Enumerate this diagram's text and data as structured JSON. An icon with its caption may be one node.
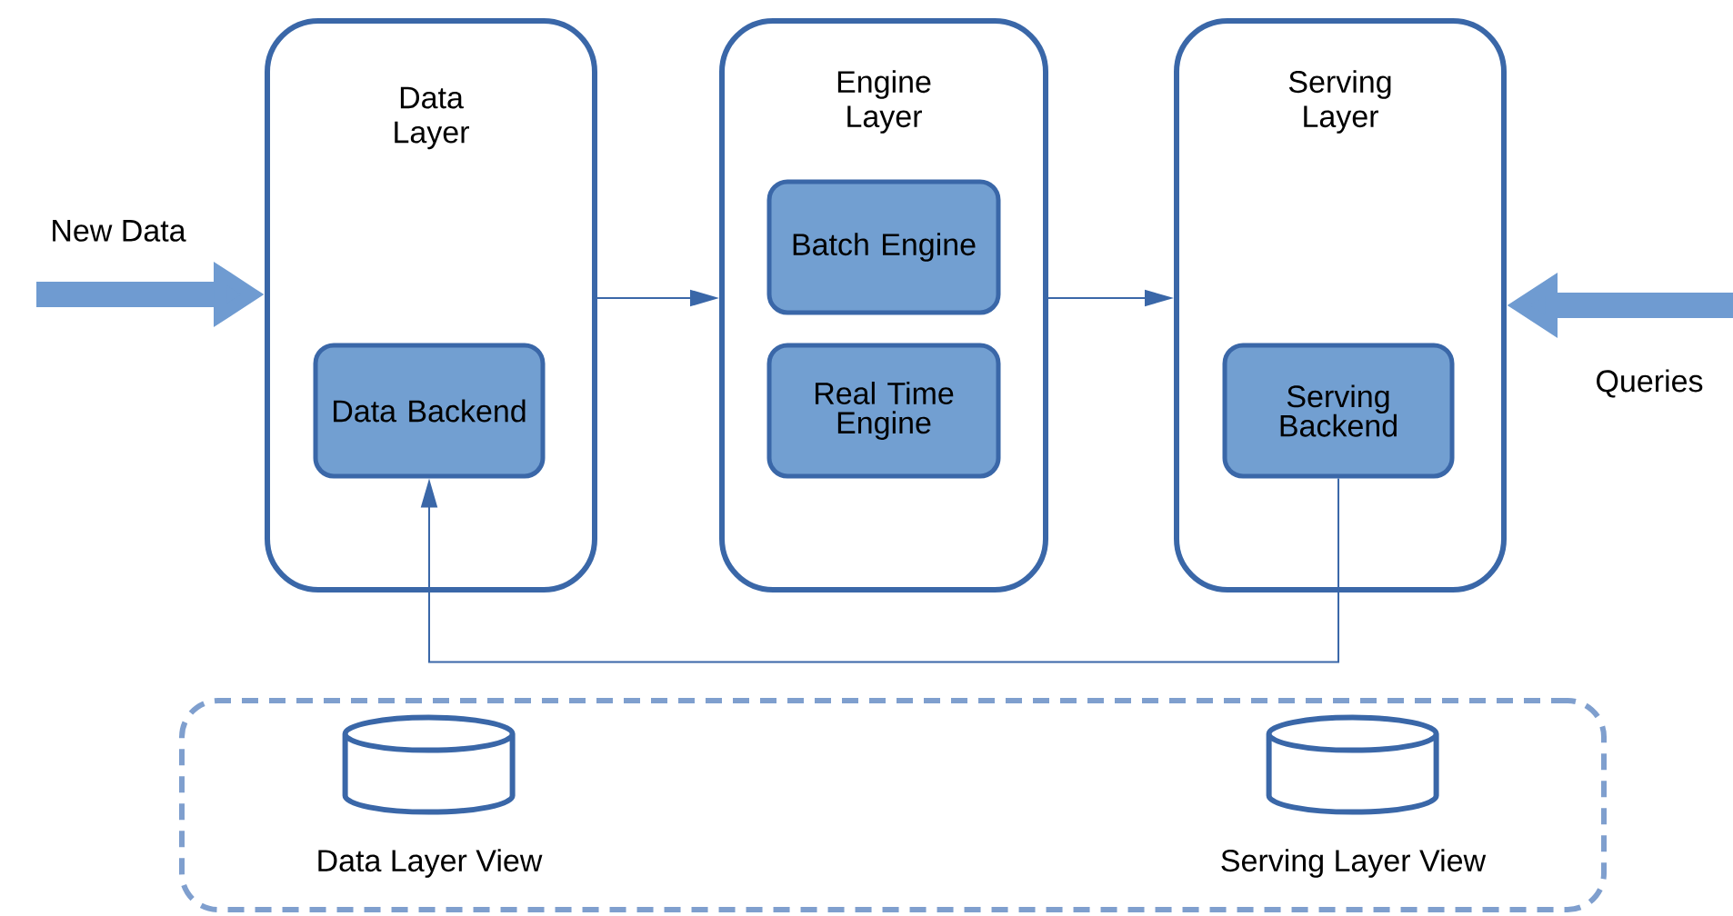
{
  "diagram": {
    "nodes": [
      {
        "text": [
          "Data Layer"
        ]
      },
      {
        "text": [
          "Data Backend"
        ],
        "in": 0
      },
      {
        "text": [
          "Engine Layer"
        ]
      },
      {
        "text": [
          "Batch Engine"
        ],
        "in": 2
      },
      {
        "text": [
          "Real Time Engine"
        ],
        "in": 2
      },
      {
        "text": [
          "Serving Layer"
        ]
      },
      {
        "text": [
          "Serving Backend"
        ],
        "in": 5
      },
      {
        "text": [],
        "shape": "box"
      },
      {
        "text": [],
        "shape": "cylinder",
        "beside": [
          "Data Layer View"
        ],
        "in": 7
      },
      {
        "text": [],
        "shape": "cylinder",
        "beside": [
          "Serving Layer View"
        ],
        "in": 7
      }
    ],
    "edges": [
      {
        "from": null,
        "to": 0,
        "arrow": "to",
        "label": "New Data",
        "style": "thick",
        "color": "#6f9bd1"
      },
      {
        "from": 0,
        "to": 2,
        "arrow": "to"
      },
      {
        "from": 2,
        "to": 5,
        "arrow": "to"
      },
      {
        "from": null,
        "to": 5,
        "arrow": "to",
        "label": "Queries",
        "style": "thick",
        "color": "#6f9bd1"
      },
      {
        "from": 6,
        "to": 1,
        "arrow": "to"
      }
    ]
  }
}
